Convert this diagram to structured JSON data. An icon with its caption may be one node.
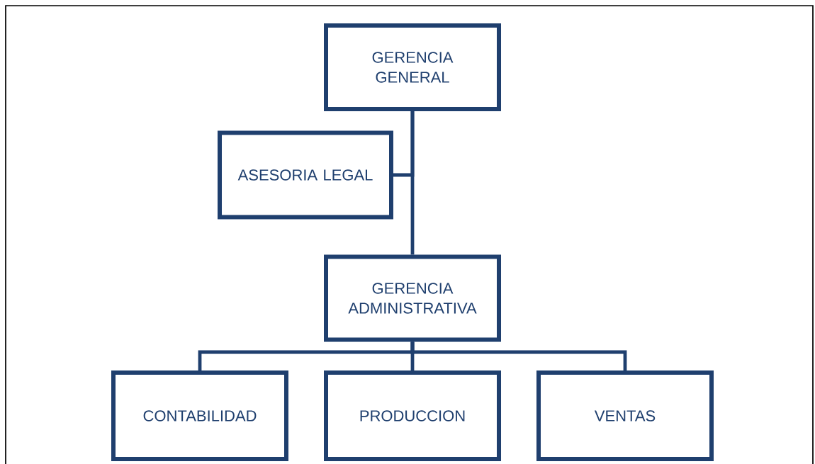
{
  "diagram": {
    "nodes": [
      {
        "text": [
          "GERENCIA GENERAL"
        ]
      },
      {
        "text": [
          "ASESORIA LEGAL"
        ]
      },
      {
        "text": [
          "GERENCIA ADMINISTRATIVA"
        ]
      },
      {
        "text": [
          "CONTABILIDAD"
        ]
      },
      {
        "text": [
          "PRODUCCION"
        ]
      },
      {
        "text": [
          "VENTAS"
        ]
      }
    ],
    "edges": [
      {
        "from": 0,
        "to": 1,
        "arrow": "none"
      },
      {
        "from": 0,
        "to": 2,
        "arrow": "none"
      },
      {
        "from": 2,
        "to": 3,
        "arrow": "none"
      },
      {
        "from": 2,
        "to": 4,
        "arrow": "none"
      },
      {
        "from": 2,
        "to": 5,
        "arrow": "none"
      }
    ]
  }
}
